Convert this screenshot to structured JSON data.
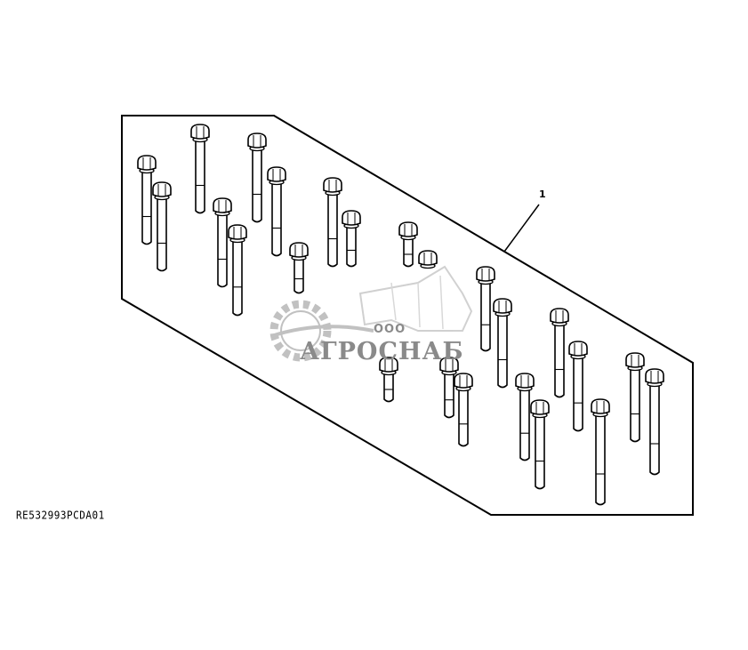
{
  "diagram": {
    "callout_label": "1",
    "reference_code": "RE532993PCDA01"
  },
  "watermark": {
    "prefix": "ООО",
    "name": "АГРОСНАБ",
    "icon": "gear-harvester-logo-icon"
  },
  "colors": {
    "line": "#000000",
    "background": "#ffffff",
    "watermark": "#8a8a8a"
  }
}
